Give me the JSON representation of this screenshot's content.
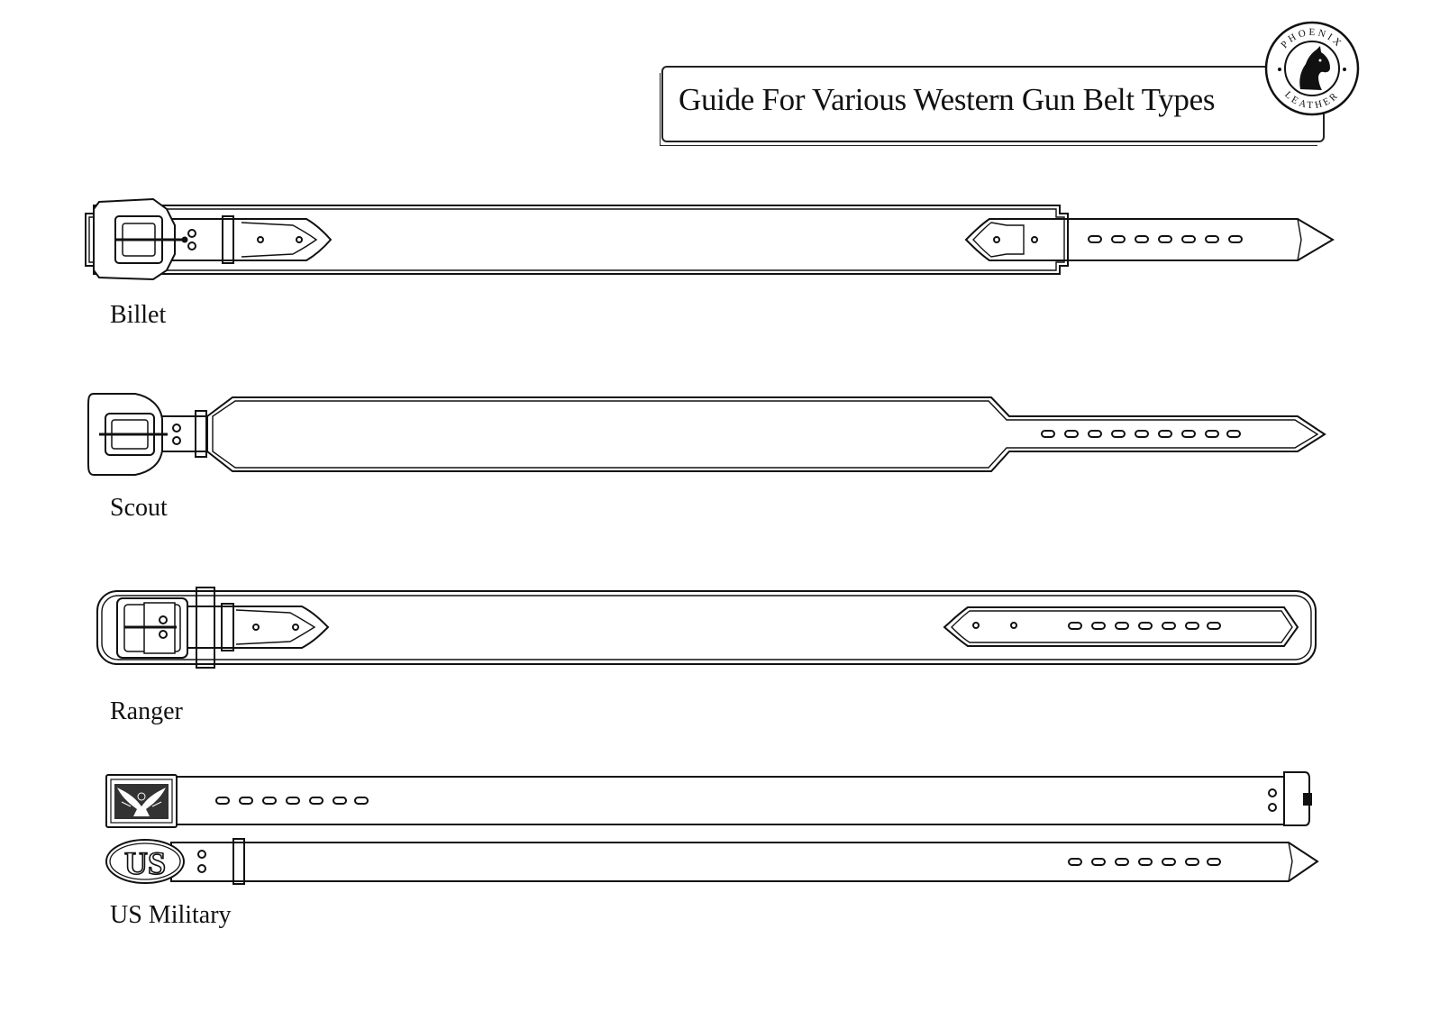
{
  "title": "Guide For Various Western Gun Belt Types",
  "logo": {
    "top_text": "PHOENIX",
    "bottom_text": "LEATHER",
    "icon": "horse-head-icon"
  },
  "belts": [
    {
      "label": "Billet"
    },
    {
      "label": "Scout"
    },
    {
      "label": "Ranger"
    },
    {
      "label": "US Military"
    }
  ],
  "us_buckle_text": "US"
}
